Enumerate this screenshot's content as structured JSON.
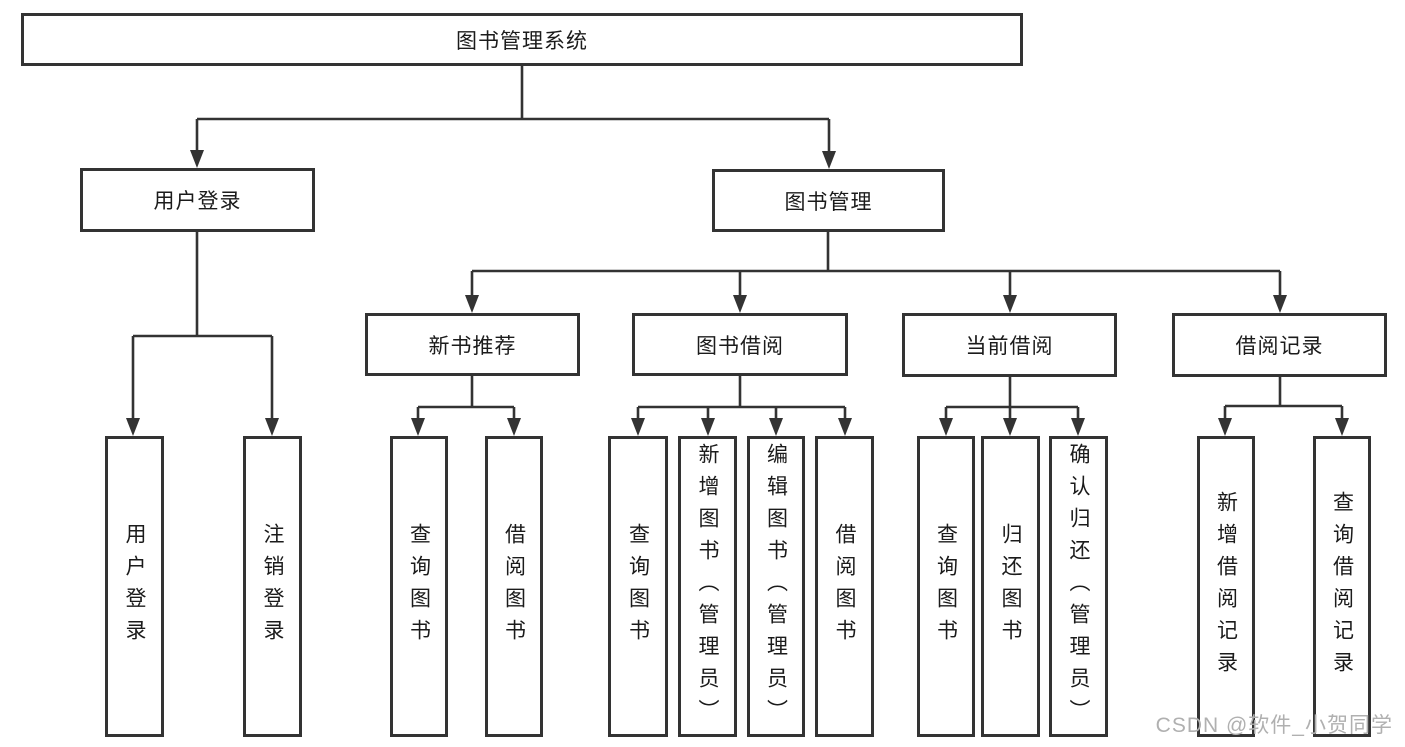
{
  "tree": {
    "label": "图书管理系统",
    "children": [
      {
        "label": "用户登录",
        "children": [
          {
            "label": "用户登录"
          },
          {
            "label": "注销登录"
          }
        ]
      },
      {
        "label": "图书管理",
        "children": [
          {
            "label": "新书推荐",
            "children": [
              {
                "label": "查询图书"
              },
              {
                "label": "借阅图书"
              }
            ]
          },
          {
            "label": "图书借阅",
            "children": [
              {
                "label": "查询图书"
              },
              {
                "label": "新增图书（管理员）"
              },
              {
                "label": "编辑图书（管理员）"
              },
              {
                "label": "借阅图书"
              }
            ]
          },
          {
            "label": "当前借阅",
            "children": [
              {
                "label": "查询图书"
              },
              {
                "label": "归还图书"
              },
              {
                "label": "确认归还（管理员）"
              }
            ]
          },
          {
            "label": "借阅记录",
            "children": [
              {
                "label": "新增借阅记录"
              },
              {
                "label": "查询借阅记录"
              }
            ]
          }
        ]
      }
    ]
  },
  "watermark": {
    "text": "CSDN @软件_小贺同学"
  },
  "colors": {
    "line": "#333333",
    "text": "#1b1b1b",
    "background": "#ffffff",
    "watermark": "#b0b0b0"
  }
}
